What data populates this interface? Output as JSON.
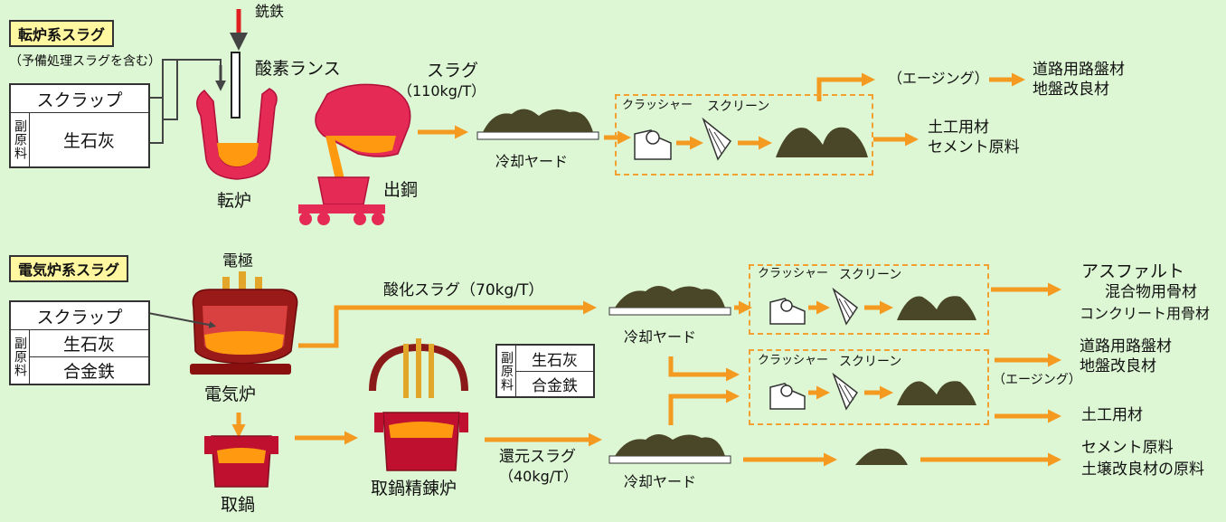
{
  "colors": {
    "background": "#ddf6d4",
    "arrow": "#f49a20",
    "furnace": "#e52a56",
    "molten": "#ff9a10",
    "slag": "#4a4628",
    "label": "#fff8a0",
    "dashed": "#f2a030"
  },
  "converter": {
    "title": "転炉系スラグ",
    "note": "（予備処理スラグを含む）",
    "scrap": "スクラップ",
    "sub_material": "副原料",
    "lime": "生石灰",
    "pig_iron": "銑鉄",
    "oxygen_lance": "酸素ランス",
    "furnace": "転炉",
    "tapping": "出鋼",
    "slag": "スラグ",
    "slag_amount": "（110kg/T）",
    "cooling_yard": "冷却ヤード",
    "crusher": "クラッシャー",
    "screen": "スクリーン",
    "aging": "（エージング）",
    "out_road": "道路用路盤材",
    "out_ground": "地盤改良材",
    "out_civil": "土工用材",
    "out_cement": "セメント原料"
  },
  "electric": {
    "title": "電気炉系スラグ",
    "electrode": "電極",
    "scrap": "スクラップ",
    "sub_material": "副原料",
    "lime": "生石灰",
    "alloy": "合金鉄",
    "furnace": "電気炉",
    "ladle": "取鍋",
    "ladle_refining": "取鍋精錬炉",
    "sub_material2": "副原料",
    "lime2": "生石灰",
    "alloy2": "合金鉄",
    "oxidized_slag": "酸化スラグ（70kg/T）",
    "reduced_slag": "還元スラグ",
    "reduced_amount": "（40kg/T）",
    "cooling_yard1": "冷却ヤード",
    "cooling_yard2": "冷却ヤード",
    "crusher1": "クラッシャー",
    "screen1": "スクリーン",
    "crusher2": "クラッシャー",
    "screen2": "スクリーン",
    "aging": "（エージング）",
    "out_asphalt1": "アスファルト",
    "out_asphalt2": "混合物用骨材",
    "out_concrete": "コンクリート用骨材",
    "out_road": "道路用路盤材",
    "out_ground": "地盤改良材",
    "out_civil": "土工用材",
    "out_cement": "セメント原料",
    "out_soil": "土壌改良材の原料"
  }
}
